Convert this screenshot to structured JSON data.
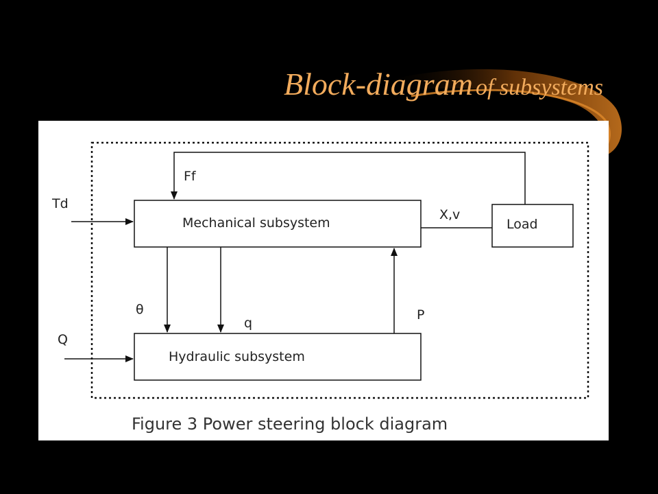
{
  "slide": {
    "title_main": "Block-diagram",
    "title_sub": "of subsystems",
    "accent_color": "#f2ab5c",
    "background": "#000000"
  },
  "diagram": {
    "blocks": {
      "mechanical": "Mechanical subsystem",
      "hydraulic": "Hydraulic subsystem",
      "load": "Load"
    },
    "signals": {
      "td": "Td",
      "q_upper": "Q",
      "ff": "Ff",
      "xv": "X,v",
      "theta": "θ",
      "q_lower": "q",
      "p": "P"
    },
    "caption": "Figure 3 Power steering block diagram"
  }
}
